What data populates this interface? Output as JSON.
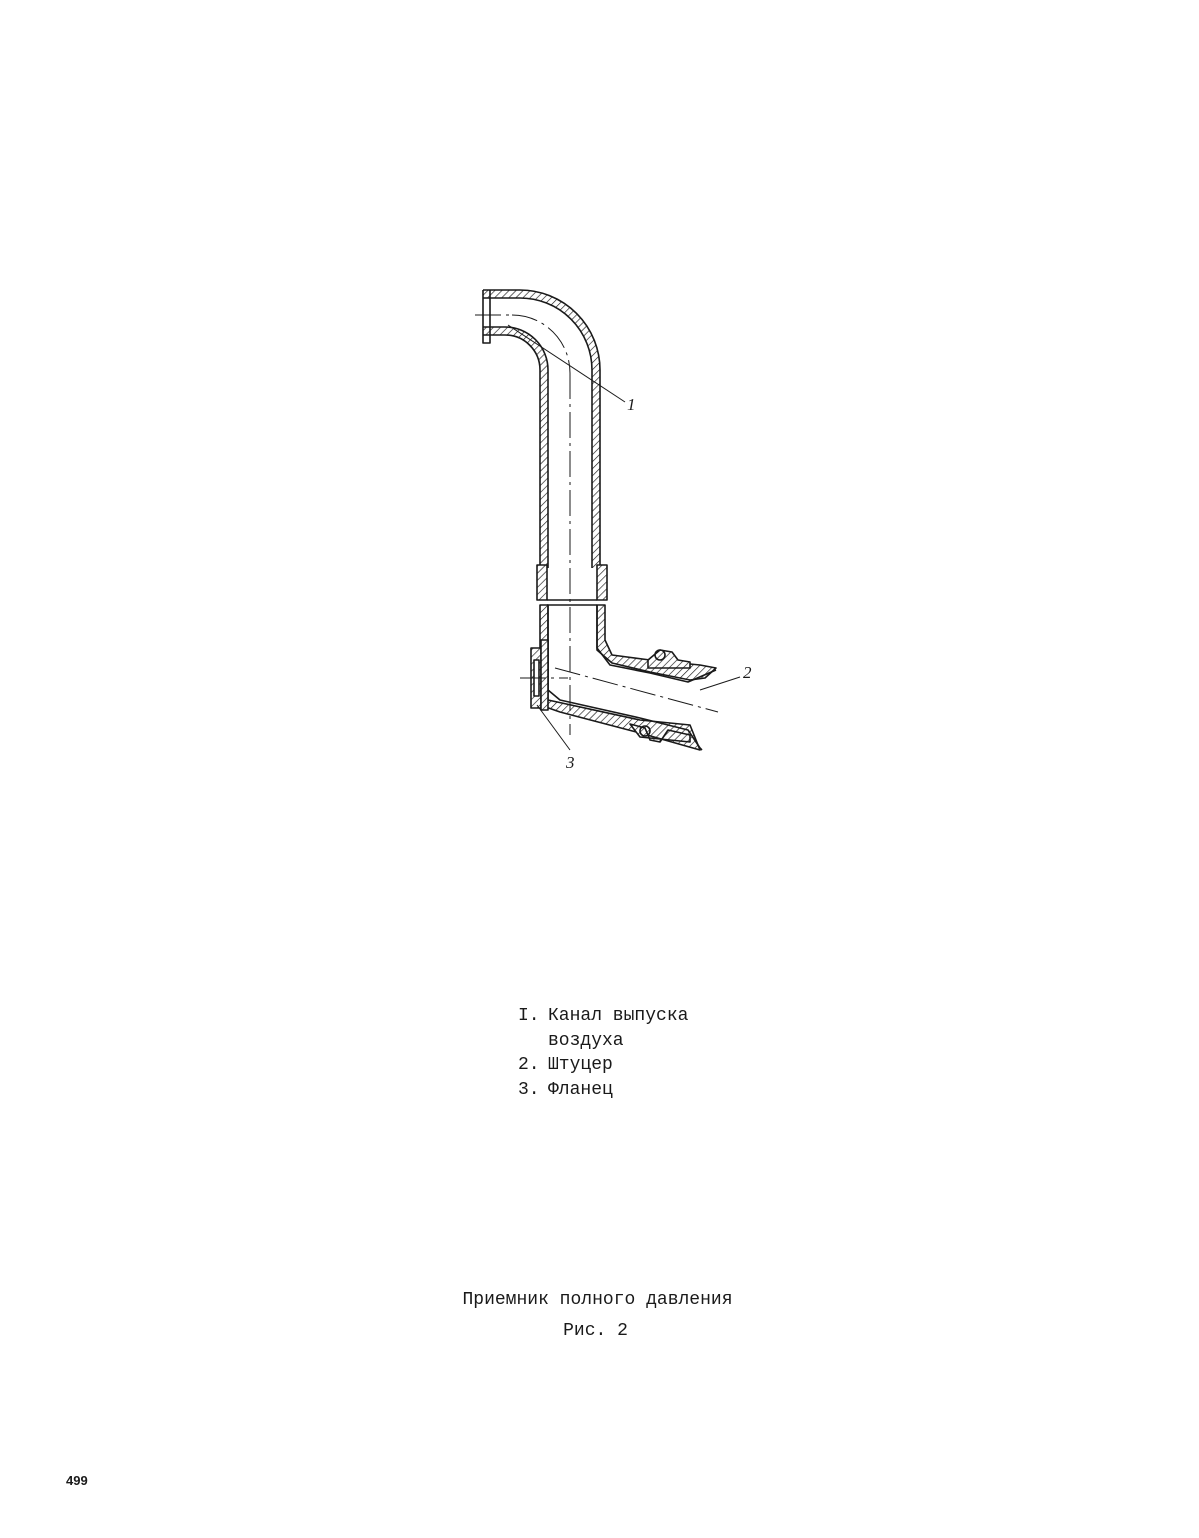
{
  "figure": {
    "callouts": [
      "1",
      "2",
      "3"
    ]
  },
  "legend": {
    "items": [
      {
        "num": "I.",
        "lines": [
          "Канал выпуска",
          "воздуха"
        ]
      },
      {
        "num": "2.",
        "lines": [
          "Штуцер"
        ]
      },
      {
        "num": "3.",
        "lines": [
          "Фланец"
        ]
      }
    ]
  },
  "caption": {
    "title": "Приемник полного давления",
    "figure_label": "Рис. 2"
  },
  "page_number": "499",
  "colors": {
    "ink": "#1a1a1a",
    "paper": "#ffffff"
  }
}
